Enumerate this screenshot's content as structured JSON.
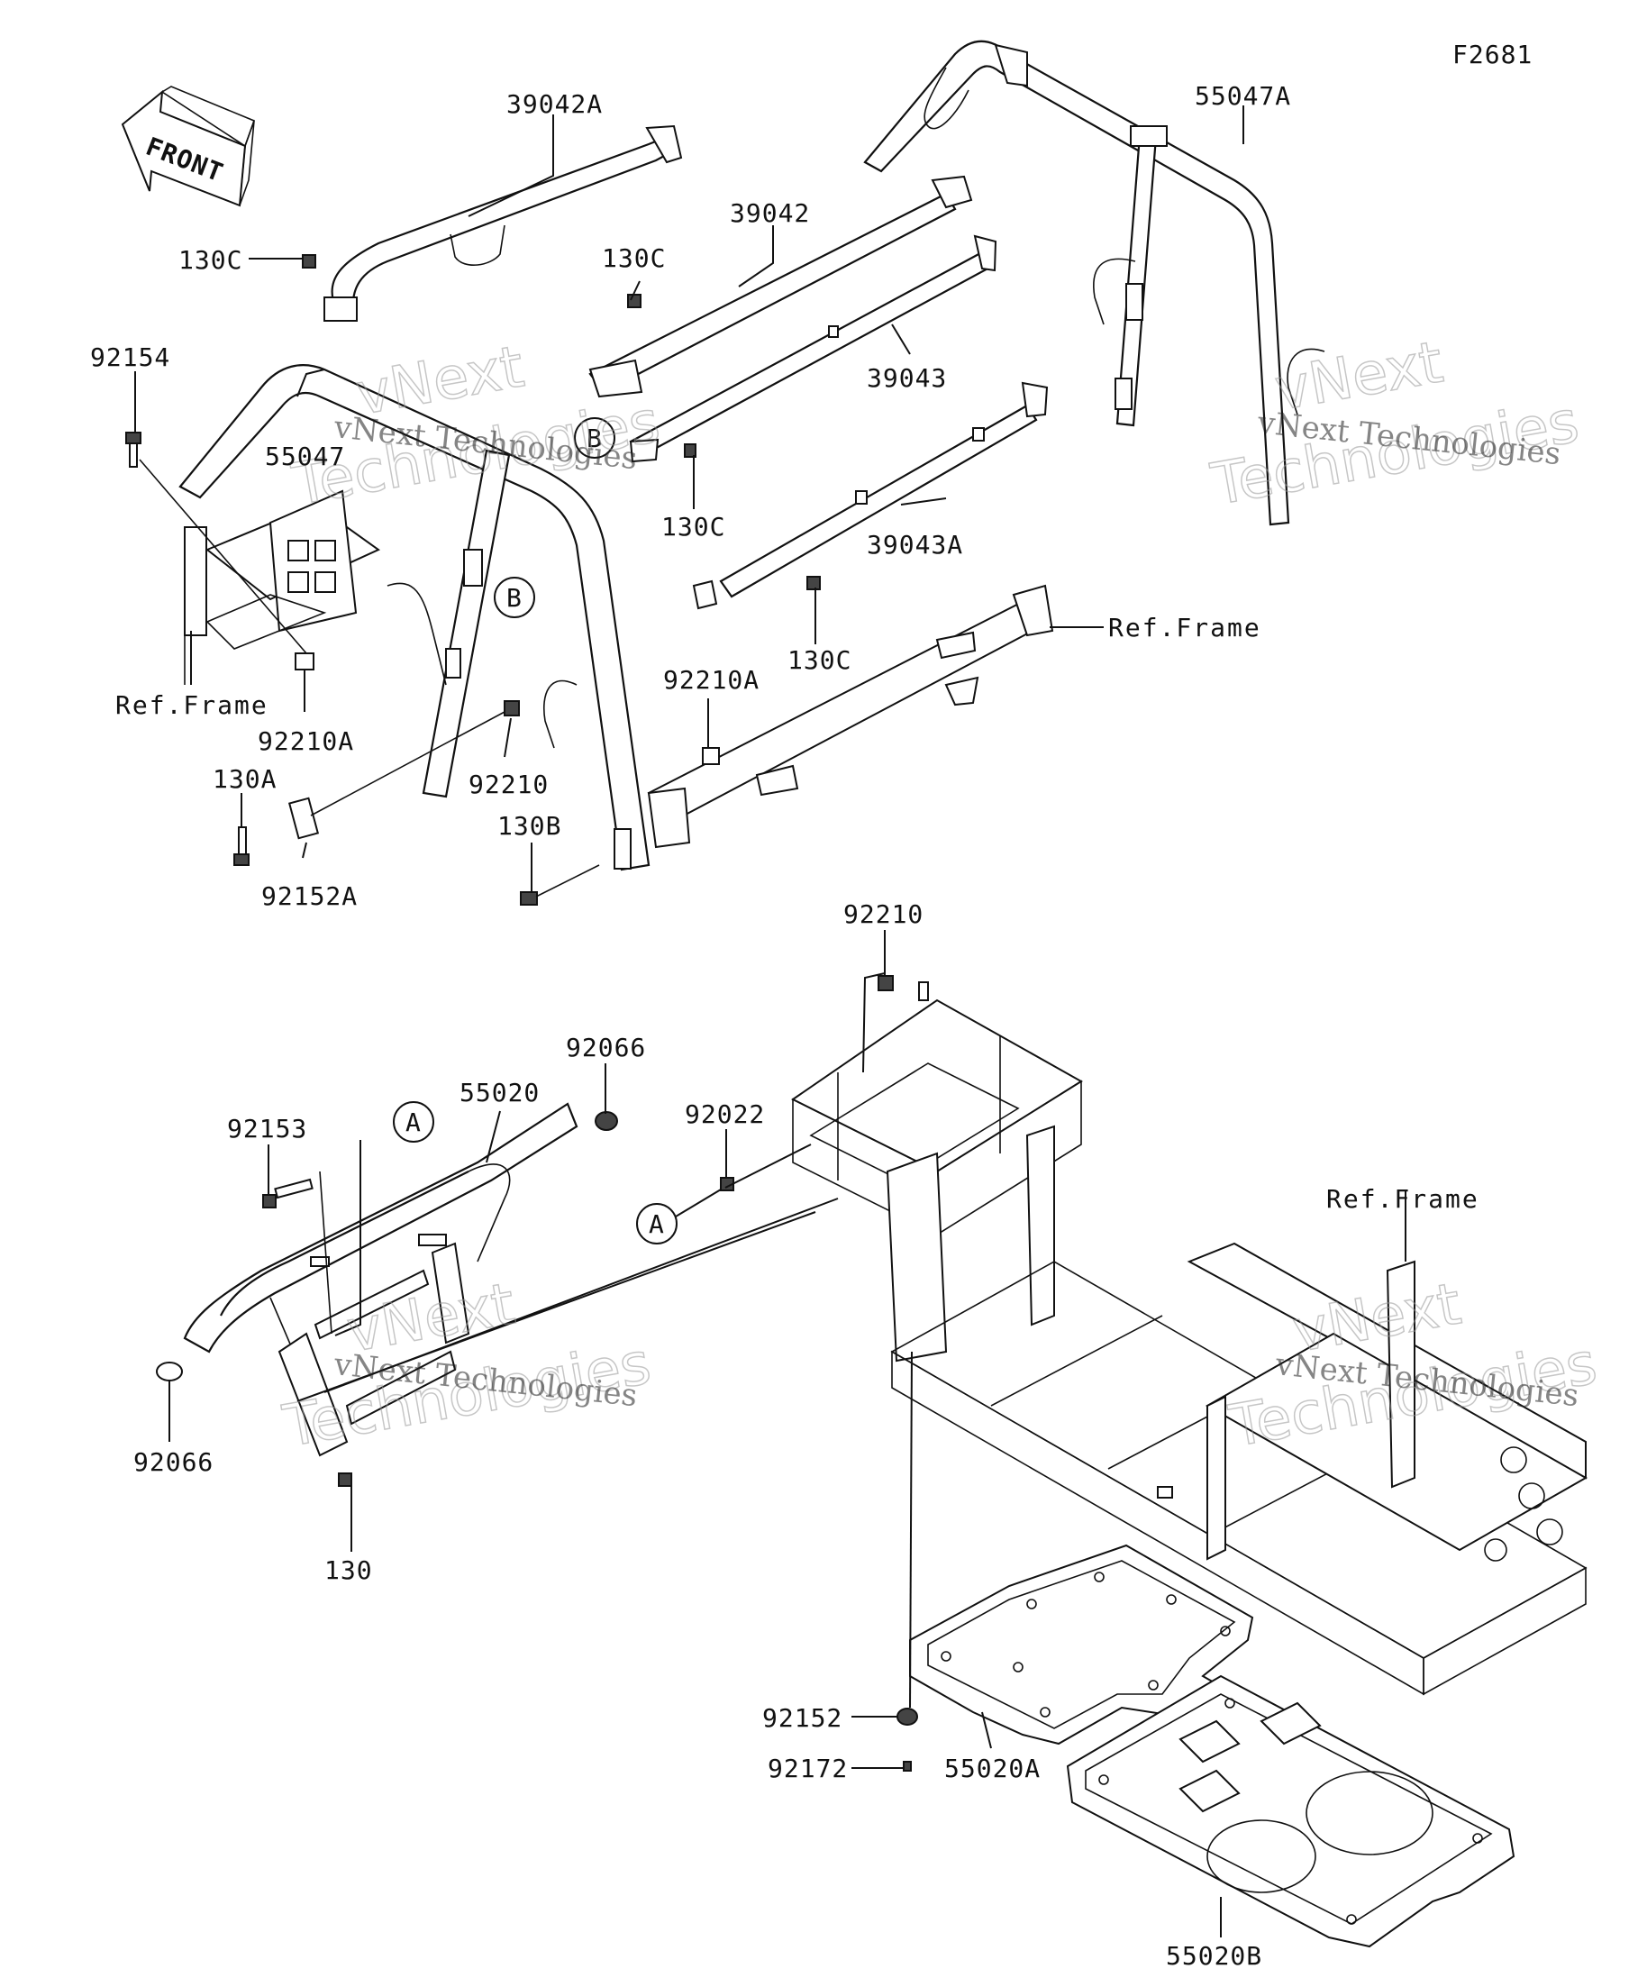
{
  "figure_code": "F2681",
  "front_label": "FRONT",
  "watermark": {
    "line1": "vNext Technologies",
    "line2": "vNext",
    "line3": "Technologies"
  },
  "ref_frame": "Ref.Frame",
  "callouts": {
    "A": "A",
    "B": "B"
  },
  "parts": {
    "p39042A": "39042A",
    "p55047A": "55047A",
    "p39042": "39042",
    "p130C_1": "130C",
    "p130C_2": "130C",
    "p130C_3": "130C",
    "p130C_4": "130C",
    "p92154": "92154",
    "p39043": "39043",
    "p55047": "55047",
    "p39043A": "39043A",
    "p92210A_1": "92210A",
    "p92210A_2": "92210A",
    "p130A": "130A",
    "p92210_1": "92210",
    "p130B": "130B",
    "p92152A": "92152A",
    "p92210_2": "92210",
    "p92066_1": "92066",
    "p55020": "55020",
    "p92153": "92153",
    "p92022": "92022",
    "p92066_2": "92066",
    "p130": "130",
    "p92152": "92152",
    "p92172": "92172",
    "p55020A": "55020A",
    "p55020B": "55020B"
  }
}
